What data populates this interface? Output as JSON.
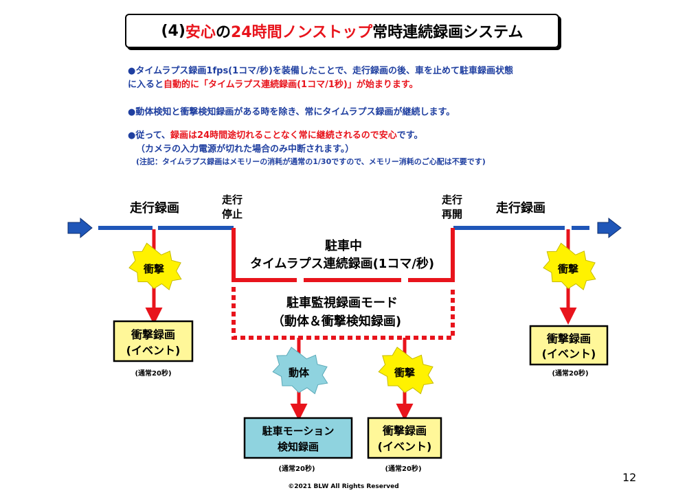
{
  "title": {
    "prefix": "(4) ",
    "red1": "安心",
    "mid1": "の",
    "red2": "24時間ノンストップ",
    "suffix": "常時連続録画システム"
  },
  "intro": {
    "p1_line1": "●タイムラプス録画1fps(1コマ/秒)を装備したことで、走行録画の後、車を止めて駐車録画状態",
    "p1_line2_a": "に入ると",
    "p1_line2_red": "自動的に「タイムラプス連続録画(1コマ/1秒)」が始まります。",
    "p2": "●動体検知と衝撃検知録画がある時を除き、常にタイムラプス録画が継続します。",
    "p3_a": "●従って、",
    "p3_red": "録画は24時間途切れることなく常に継続されるので安心",
    "p3_b": "です。",
    "p3_sub": "（カメラの入力電源が切れた場合のみ中断されます。）",
    "p3_note": "(注記：タイムラプス録画はメモリーの消耗が通常の1/30ですので、メモリー消耗のご心配は不要です)"
  },
  "diagram": {
    "left_driving_label": "走行録画",
    "right_driving_label": "走行録画",
    "stop_label_1": "走行",
    "stop_label_2": "停止",
    "resume_label_1": "走行",
    "resume_label_2": "再開",
    "parking_line1": "駐車中",
    "parking_line2": "タイムラプス連続録画(1コマ/秒)",
    "monitor_line1": "駐車監視録画モード",
    "monitor_line2": "（動体＆衝撃検知録画)",
    "burst_left": "衝撃",
    "burst_right": "衝撃",
    "burst_motion": "動体",
    "burst_impact_center": "衝撃",
    "box_left_line1": "衝撃録画",
    "box_left_line2": "(イベント)",
    "box_right_line1": "衝撃録画",
    "box_right_line2": "(イベント)",
    "box_motion_line1": "駐車モーション",
    "box_motion_line2": "検知録画",
    "box_center_line1": "衝撃録画",
    "box_center_line2": "(イベント)",
    "note_left": "(通常20秒)",
    "note_right": "(通常20秒)",
    "note_motion": "(通常20秒)",
    "note_center": "(通常20秒)"
  },
  "colors": {
    "blue_line": "#1f56b8",
    "red_line": "#e8141c",
    "burst_yellow": "#fff200",
    "burst_cyan": "#8fd3df",
    "box_yellow": "#fff799",
    "box_cyan": "#8fd3df"
  },
  "footer": {
    "copyright": "©2021 BLW All Rights Reserved",
    "page_number": "12"
  }
}
